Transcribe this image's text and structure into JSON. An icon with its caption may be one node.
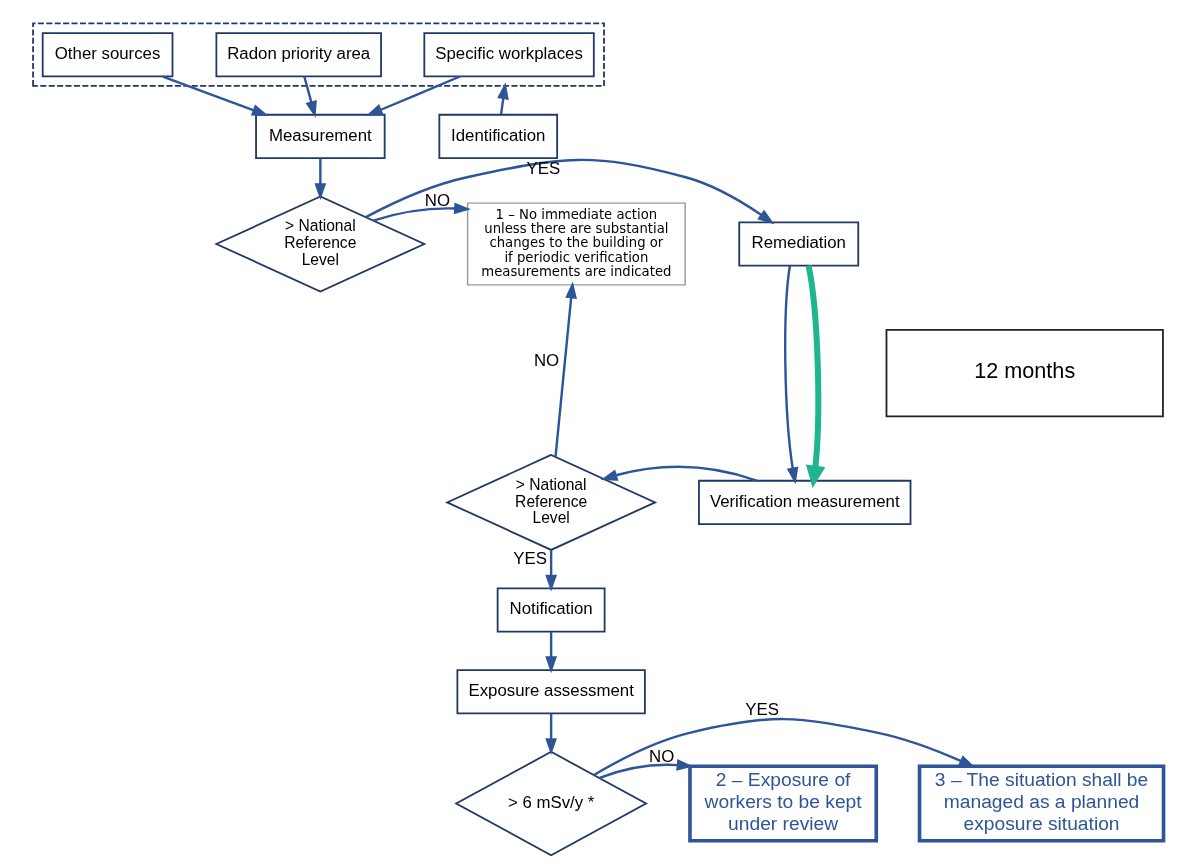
{
  "diagram": {
    "nodes": [
      {
        "text": [],
        "shape": "box"
      },
      {
        "text": [
          "Radon priority area"
        ],
        "in": 0
      },
      {
        "text": [
          "Specific workplaces"
        ],
        "in": 0
      },
      {
        "text": [
          "Other sources"
        ],
        "in": 0
      },
      {
        "text": [
          "Identification"
        ]
      },
      {
        "text": [
          "Measurement"
        ]
      },
      {
        "text": [
          "1 – No immediate action unless there are substantial changes to the building or if periodic verification measurements are indicated"
        ]
      },
      {
        "text": [
          "> National Reference Level"
        ]
      },
      {
        "text": [
          "Remediation"
        ]
      },
      {
        "text": [
          "12 months"
        ]
      },
      {
        "text": [
          "> National Reference Level"
        ]
      },
      {
        "text": [
          "Verification measurement"
        ]
      },
      {
        "text": [
          "Notification"
        ]
      },
      {
        "text": [
          "Exposure assessment"
        ]
      },
      {
        "text": [
          "> 6 mSv/y *"
        ]
      },
      {
        "text": [
          "2 – Exposure of workers to be kept under review"
        ]
      },
      {
        "text": [
          "3 – The situation shall be managed as a planned exposure situation"
        ]
      }
    ],
    "edges": [
      {
        "from": 1,
        "to": 5,
        "arrow": "to"
      },
      {
        "from": 2,
        "to": 5,
        "arrow": "to"
      },
      {
        "from": 3,
        "to": 5,
        "arrow": "to"
      },
      {
        "from": 4,
        "to": 0,
        "arrow": "to"
      },
      {
        "from": 5,
        "to": 7,
        "arrow": "to"
      },
      {
        "from": 7,
        "to": 6,
        "arrow": "to",
        "label": "NO"
      },
      {
        "from": 7,
        "to": 8,
        "arrow": "to",
        "label": "YES"
      },
      {
        "from": 8,
        "to": 11,
        "arrow": "to"
      },
      {
        "from": 8,
        "to": 11,
        "arrow": "to",
        "style": "thick",
        "color": "#1fb58f"
      },
      {
        "from": 11,
        "to": 10,
        "arrow": "to"
      },
      {
        "from": 10,
        "to": 6,
        "arrow": "to",
        "label": "NO"
      },
      {
        "from": 10,
        "to": 12,
        "arrow": "to",
        "label": "YES"
      },
      {
        "from": 12,
        "to": 13,
        "arrow": "to"
      },
      {
        "from": 13,
        "to": 14,
        "arrow": "to"
      },
      {
        "from": 14,
        "to": 15,
        "arrow": "to",
        "label": "NO"
      },
      {
        "from": 14,
        "to": 16,
        "arrow": "to",
        "label": "YES"
      }
    ]
  }
}
